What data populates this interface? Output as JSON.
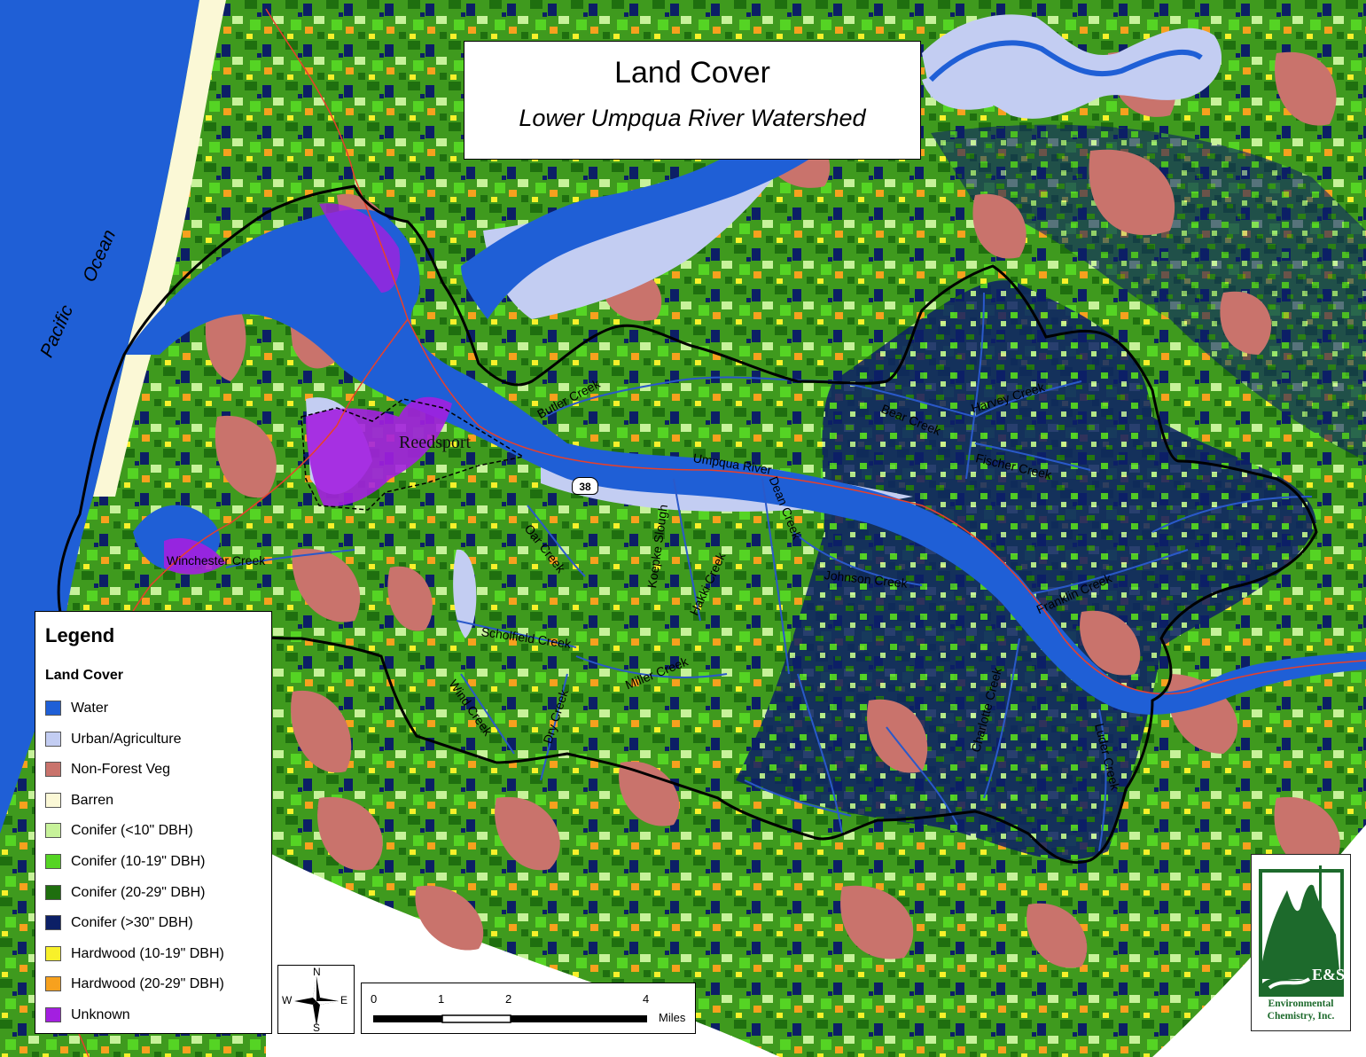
{
  "title": {
    "main": "Land Cover",
    "subtitle": "Lower Umpqua River Watershed"
  },
  "place_labels": {
    "ocean": [
      "Pacific",
      "Ocean"
    ],
    "city": "Reedsport",
    "highway": "38"
  },
  "water_labels": [
    "Butler Creek",
    "Bear Creek",
    "Harvey Creek",
    "Fischer Creek",
    "Umpqua River",
    "Dean Creek",
    "Koepke Slough",
    "Oar Creek",
    "Hakki Creek",
    "Johnson Creek",
    "Winchester Creek",
    "Franklin Creek",
    "Scholfield Creek",
    "Miller Creek",
    "Wind Creek",
    "Dry Creek",
    "Charlotte Creek",
    "Luder Creek"
  ],
  "legend": {
    "title": "Legend",
    "subtitle": "Land Cover",
    "items": [
      {
        "label": "Water",
        "color": "#1f5fd6"
      },
      {
        "label": "Urban/Agriculture",
        "color": "#c3cdf2"
      },
      {
        "label": "Non-Forest Veg",
        "color": "#c9736c"
      },
      {
        "label": "Barren",
        "color": "#fbf8d6"
      },
      {
        "label": "Conifer (<10\" DBH)",
        "color": "#c7f29a"
      },
      {
        "label": "Conifer (10-19\" DBH)",
        "color": "#55d424"
      },
      {
        "label": "Conifer (20-29\" DBH)",
        "color": "#1f6f0f"
      },
      {
        "label": "Conifer (>30\" DBH)",
        "color": "#0c1f66"
      },
      {
        "label": "Hardwood  (10-19\" DBH)",
        "color": "#f8f02a"
      },
      {
        "label": "Hardwood (20-29\" DBH)",
        "color": "#f7a11e"
      },
      {
        "label": "Unknown",
        "color": "#a31fe0"
      }
    ]
  },
  "north_arrow": {
    "n": "N",
    "s": "S",
    "e": "E",
    "w": "W"
  },
  "scale_bar": {
    "ticks": [
      "0",
      "1",
      "2",
      "4"
    ],
    "unit": "Miles"
  },
  "logo": {
    "abbr": "E&S",
    "name_line1": "Environmental",
    "name_line2": "Chemistry, Inc."
  }
}
